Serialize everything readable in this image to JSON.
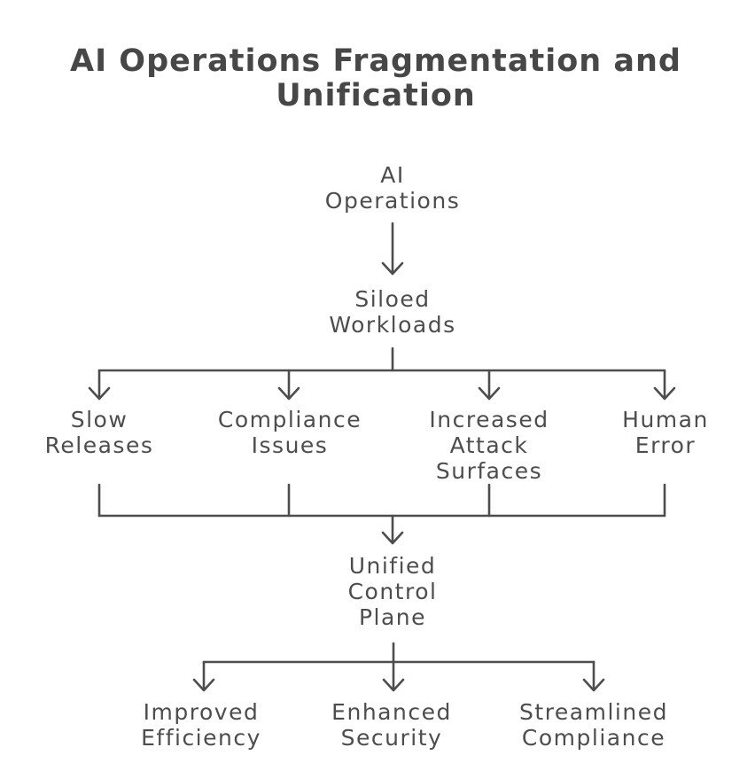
{
  "title": "AI Operations Fragmentation and\nUnification",
  "colors": {
    "background": "#ffffff",
    "title": "#474747",
    "text": "#4d4d4d",
    "line": "#4d4d4d"
  },
  "diagram": {
    "root": {
      "label": "AI\nOperations"
    },
    "hub": {
      "label": "Siloed\nWorkloads"
    },
    "problems": [
      {
        "label": "Slow\nReleases"
      },
      {
        "label": "Compliance\nIssues"
      },
      {
        "label": "Increased\nAttack\nSurfaces"
      },
      {
        "label": "Human\nError"
      }
    ],
    "solution": {
      "label": "Unified\nControl\nPlane"
    },
    "benefits": [
      {
        "label": "Improved\nEfficiency"
      },
      {
        "label": "Enhanced\nSecurity"
      },
      {
        "label": "Streamlined\nCompliance"
      }
    ]
  }
}
